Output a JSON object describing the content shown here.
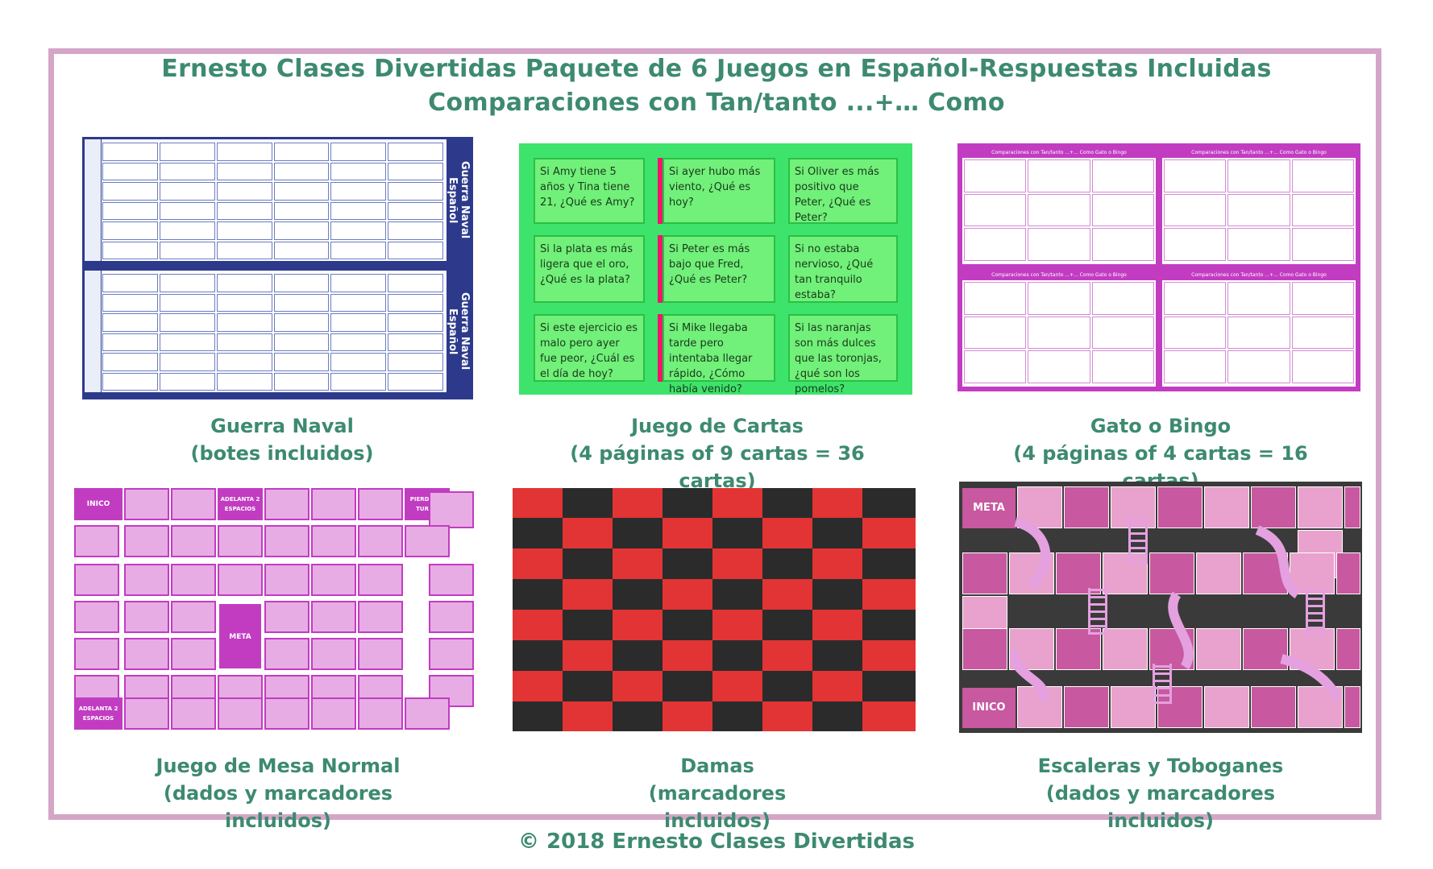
{
  "title_line1": "Ernesto Clases Divertidas Paquete de 6 Juegos en Español-Respuestas Incluidas",
  "title_line2": "Comparaciones con Tan/tanto ...+… Como",
  "games": [
    {
      "name": "Guerra Naval",
      "detail": "(botes incluidos)",
      "side_label": "Guerra Naval Español"
    },
    {
      "name": "Juego de Cartas",
      "detail": "(4 páginas of 9 cartas = 36 cartas)",
      "cards": [
        "Si Amy tiene 5 años y Tina tiene 21, ¿Qué es Amy?",
        "Si ayer hubo más viento, ¿Qué es hoy?",
        "Si Oliver es más positivo que Peter, ¿Qué es Peter?",
        "Si la plata es más ligera que el oro, ¿Qué es la plata?",
        "Si Peter es más bajo que Fred, ¿Qué es Peter?",
        "Si no estaba nervioso, ¿Qué tan tranquilo estaba?",
        "Si este ejercicio es malo pero ayer fue peor, ¿Cuál es el día de hoy?",
        "Si Mike llegaba tarde pero intentaba llegar rápido, ¿Cómo había venido?",
        "Si las naranjas son más dulces que las toronjas, ¿qué son los pomelos?"
      ]
    },
    {
      "name": "Gato o Bingo",
      "detail": "(4 páginas of 4 cartas = 16 cartas)",
      "board_header": "Comparaciones con Tan/tanto ...+... Como Gato o Bingo"
    },
    {
      "name": "Juego de Mesa Normal",
      "detail": "(dados y marcadores incluidos)",
      "start": "INICO",
      "end": "META",
      "spaces": [
        "ADELANTA 2 ESPACIOS",
        "PIERDE UN TURNO"
      ]
    },
    {
      "name": "Damas",
      "detail": "(marcadores incluidos)"
    },
    {
      "name": "Escaleras y Toboganes",
      "detail": "(dados y marcadores incluidos)",
      "start": "INICO",
      "end": "META"
    }
  ],
  "copyright": "© 2018 Ernesto Clases Divertidas",
  "colors": {
    "accent": "#3d8a70",
    "frame": "#d4a5c7",
    "magenta": "#c23cc2",
    "pink": "#f2156b",
    "green": "#71f07a",
    "red": "#e23434",
    "navy": "#2d3a8c"
  }
}
